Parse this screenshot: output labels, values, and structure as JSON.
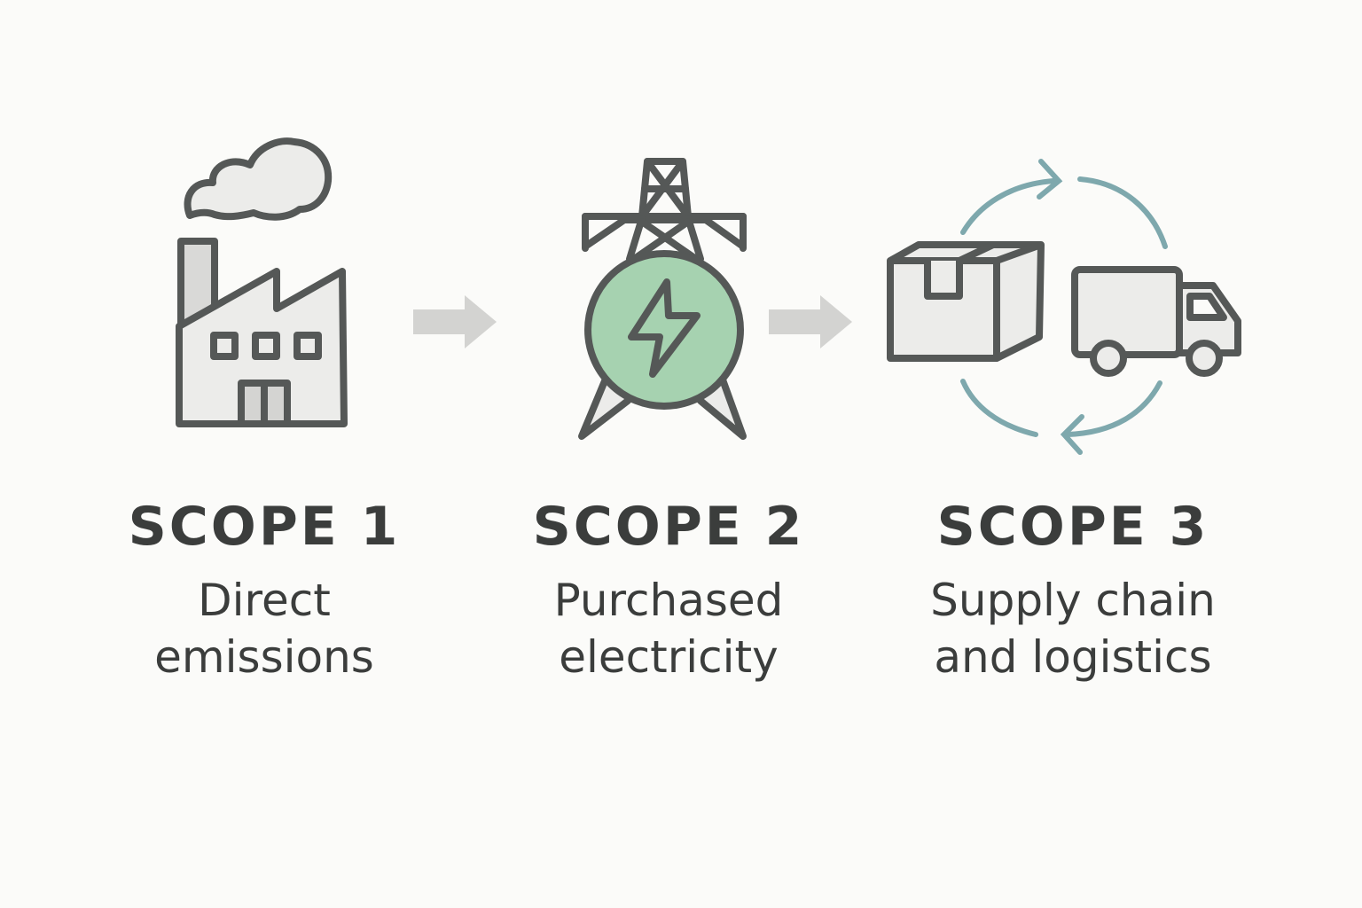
{
  "scopes": [
    {
      "title": "SCOPE 1",
      "description_lines": [
        "Direct",
        "emissions"
      ],
      "icon": "factory-icon"
    },
    {
      "title": "SCOPE 2",
      "description_lines": [
        "Purchased",
        "electricity"
      ],
      "icon": "power-tower-icon"
    },
    {
      "title": "SCOPE 3",
      "description_lines": [
        "Supply chain",
        "and logistics"
      ],
      "icon": "supply-chain-cycle-icon"
    }
  ],
  "colors": {
    "background": "#fbfbf9",
    "stroke": "#555857",
    "fill": "#ececea",
    "accent_green": "#a6d2b0",
    "cycle_teal": "#7ea8ad",
    "flow_arrow": "#d3d3d1",
    "text": "#3b3d3c"
  }
}
